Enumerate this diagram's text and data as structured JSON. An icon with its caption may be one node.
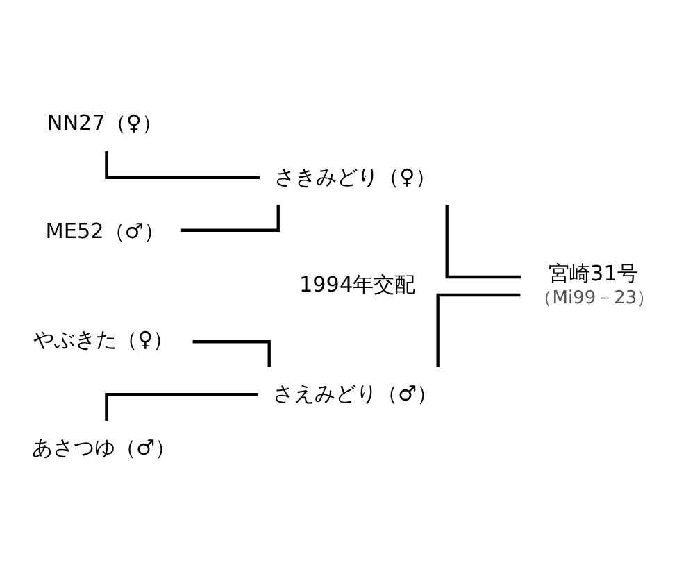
{
  "diagram": {
    "nodes": [
      {
        "text": [
          "NN27（♀）"
        ]
      },
      {
        "text": [
          "ME52（♂）"
        ]
      },
      {
        "text": [
          "さきみどり（♀）"
        ]
      },
      {
        "text": [
          "やぶきた（♀）"
        ]
      },
      {
        "text": [
          "あさつゆ（♂）"
        ]
      },
      {
        "text": [
          "さえみどり（♂）"
        ]
      },
      {
        "text": [
          "宮崎31号"
        ],
        "beside": [
          "（Mi99－23）"
        ]
      }
    ],
    "edges": [
      {
        "from": 0,
        "to": 2,
        "arrow": "none"
      },
      {
        "from": 1,
        "to": 2,
        "arrow": "none"
      },
      {
        "from": 3,
        "to": 5,
        "arrow": "none"
      },
      {
        "from": 4,
        "to": 5,
        "arrow": "none"
      },
      {
        "from": 2,
        "to": 6,
        "arrow": "none"
      },
      {
        "from": 5,
        "to": 6,
        "arrow": "none"
      }
    ],
    "labels": [
      "1994年交配"
    ]
  }
}
